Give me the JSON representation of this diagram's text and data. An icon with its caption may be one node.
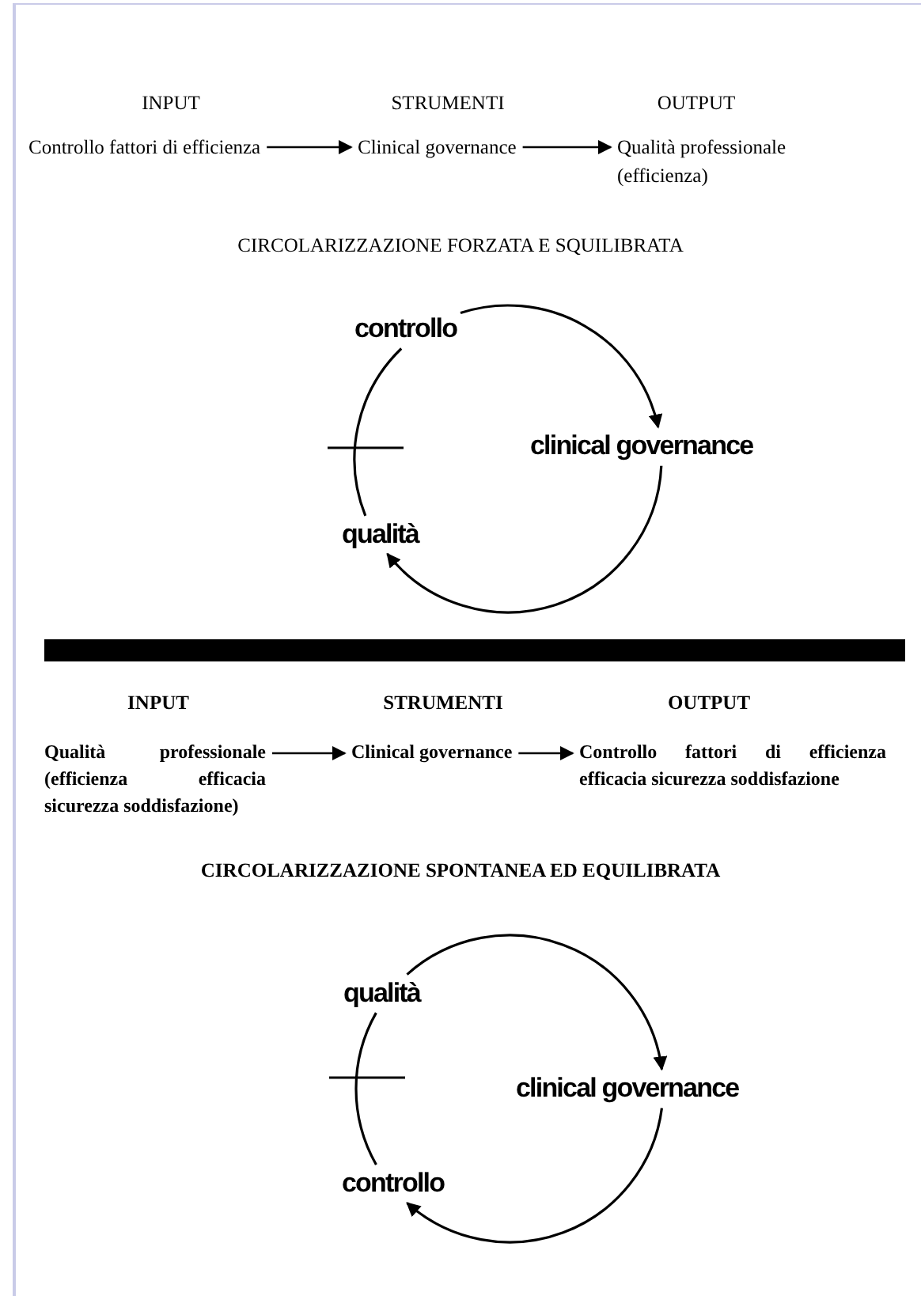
{
  "diagram": {
    "nodes": [
      {
        "text": [
          "Controllo fattori di efficienza"
        ]
      },
      {
        "text": [
          "Clinical governance"
        ]
      },
      {
        "text": [
          "Qualità professionale (efficienza)"
        ]
      },
      {
        "text": [
          "controllo"
        ]
      },
      {
        "text": [
          "clinical governance"
        ]
      },
      {
        "text": [
          "qualità"
        ]
      },
      {
        "text": [
          "Qualità professionale (efficienza efficacia sicurezza soddisfazione)"
        ]
      },
      {
        "text": [
          "Clinical governance"
        ]
      },
      {
        "text": [
          "Controllo fattori di efficienza efficacia sicurezza soddisfazione"
        ]
      },
      {
        "text": [
          "qualità"
        ]
      },
      {
        "text": [
          "clinical governance"
        ]
      },
      {
        "text": [
          "controllo"
        ]
      },
      {
        "text": [],
        "shape": "bar"
      }
    ],
    "edges": [
      {
        "from": 0,
        "to": 1,
        "arrow": "to"
      },
      {
        "from": 1,
        "to": 2,
        "arrow": "to"
      },
      {
        "from": 3,
        "to": 4,
        "arrow": "to"
      },
      {
        "from": 4,
        "to": 5,
        "arrow": "to"
      },
      {
        "from": 5,
        "to": 3,
        "arrow": "none"
      },
      {
        "from": 6,
        "to": 7,
        "arrow": "to"
      },
      {
        "from": 7,
        "to": 8,
        "arrow": "to"
      },
      {
        "from": 9,
        "to": 10,
        "arrow": "to"
      },
      {
        "from": 10,
        "to": 11,
        "arrow": "to"
      },
      {
        "from": 11,
        "to": 9,
        "arrow": "none"
      }
    ],
    "labels": [
      "INPUT",
      "STRUMENTI",
      "OUTPUT",
      "CIRCOLARIZZAZIONE FORZATA E SQUILIBRATA",
      "INPUT",
      "STRUMENTI",
      "OUTPUT",
      "CIRCOLARIZZAZIONE SPONTANEA ED EQUILIBRATA"
    ]
  }
}
